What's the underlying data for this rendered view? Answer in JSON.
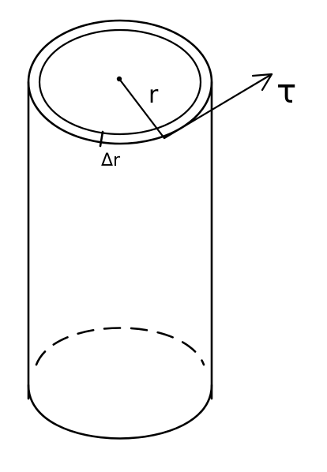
{
  "diagram": {
    "labels": {
      "radius": "r",
      "thickness": "Δr",
      "torque": "τ"
    }
  }
}
